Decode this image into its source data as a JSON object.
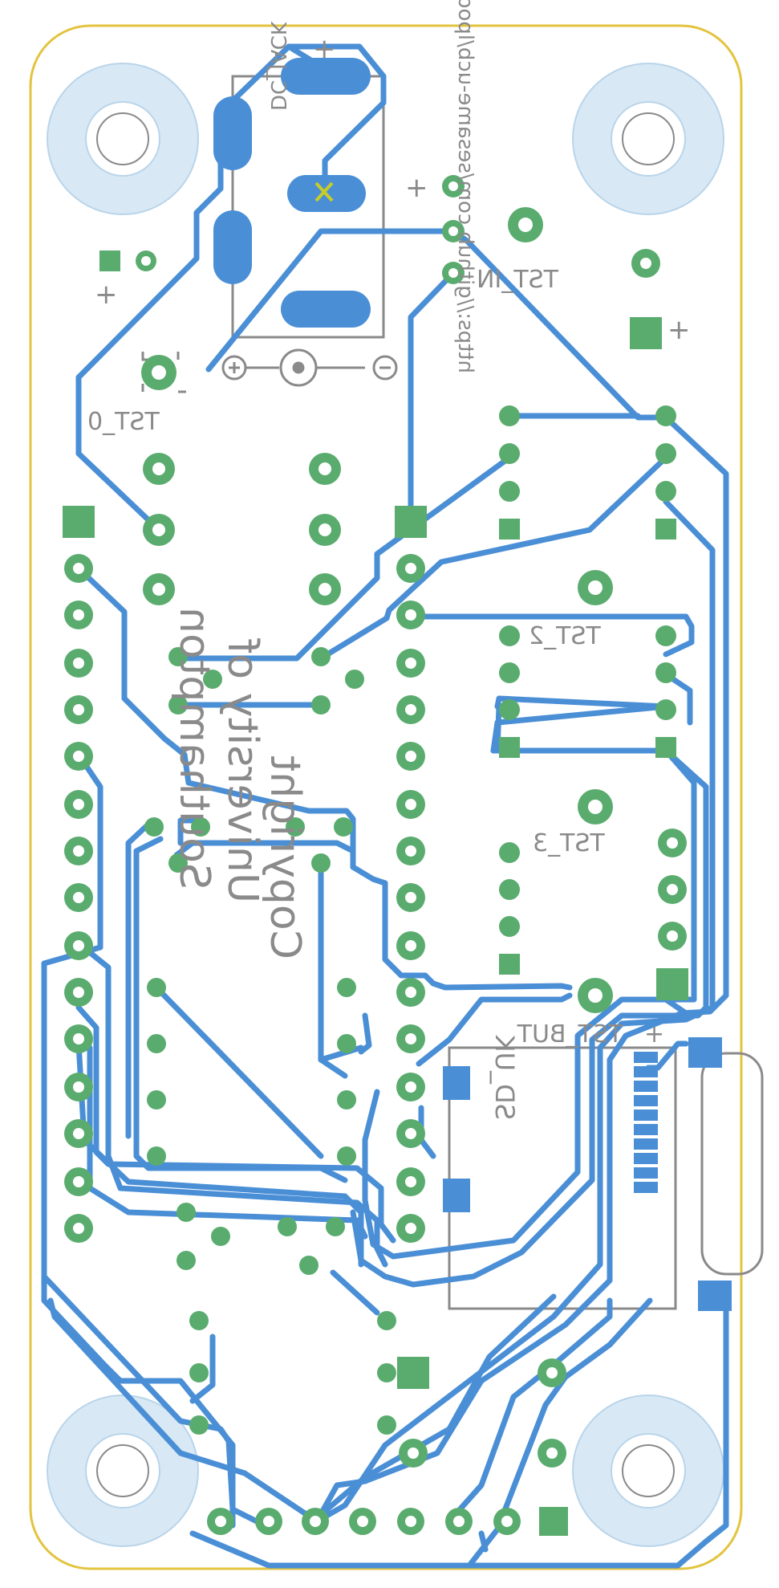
{
  "board": {
    "labels": {
      "test_point_0": "TST_0",
      "test_point_in": "TST_IN",
      "test_point_2": "TST_2",
      "test_point_3": "TST_3",
      "test_point_but": "TST_BUT",
      "dc_jack": "DC_JACK",
      "sd_card": "SD_UK",
      "url": "https://github.com/sesame-ucb/lpodyon/",
      "copyright": [
        "Copyright",
        "University of",
        "Southampton"
      ],
      "plus": "+",
      "minus": "−"
    },
    "colors": {
      "outline": "#e3c43f",
      "trace": "#4a8fd6",
      "pad": "#5aac6e",
      "hole": "#ffffff",
      "silk": "#8a8a8a",
      "mount": "#d8e9f5",
      "smd": "#4a8fd6",
      "marker": "#c8cc2a"
    }
  }
}
